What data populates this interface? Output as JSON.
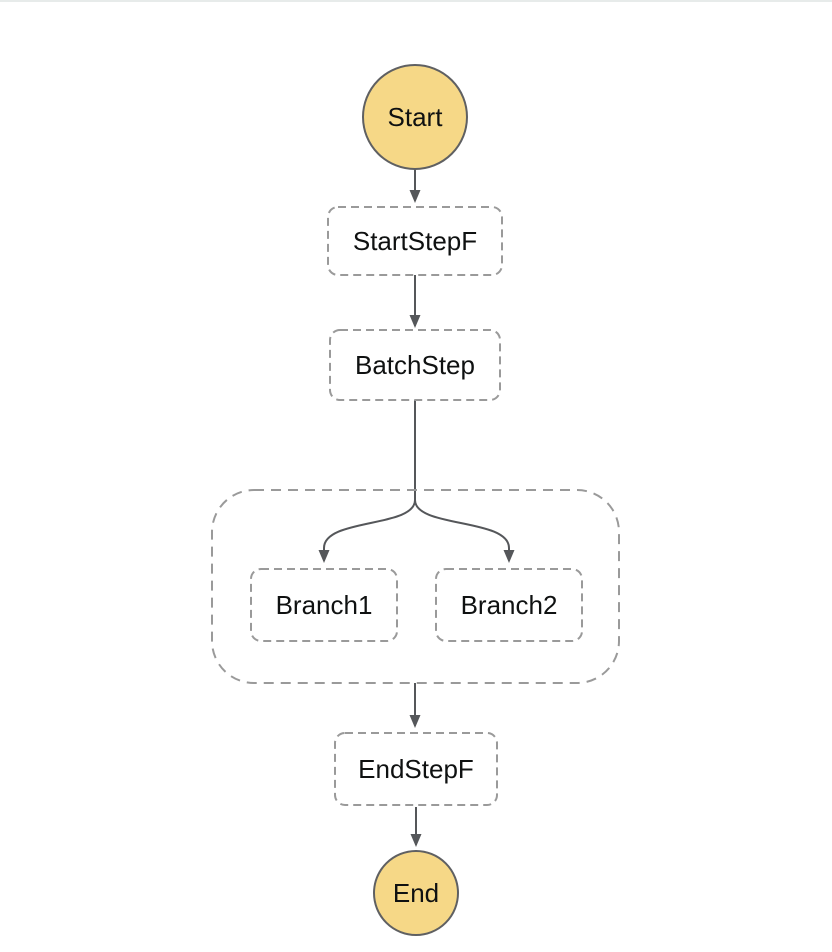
{
  "diagram": {
    "type": "workflow-flowchart",
    "nodes": {
      "start": {
        "label": "Start",
        "shape": "circle"
      },
      "start_step": {
        "label": "StartStepF",
        "shape": "dashed-box"
      },
      "batch_step": {
        "label": "BatchStep",
        "shape": "dashed-box"
      },
      "parallel_group": {
        "label": "",
        "shape": "dashed-container",
        "contains": [
          "Branch1",
          "Branch2"
        ]
      },
      "branch1": {
        "label": "Branch1",
        "shape": "dashed-box"
      },
      "branch2": {
        "label": "Branch2",
        "shape": "dashed-box"
      },
      "end_step": {
        "label": "EndStepF",
        "shape": "dashed-box"
      },
      "end": {
        "label": "End",
        "shape": "circle"
      }
    },
    "edges": [
      {
        "from": "Start",
        "to": "StartStepF"
      },
      {
        "from": "StartStepF",
        "to": "BatchStep"
      },
      {
        "from": "BatchStep",
        "to": "Branch1"
      },
      {
        "from": "BatchStep",
        "to": "Branch2"
      },
      {
        "from": "parallel_group",
        "to": "EndStepF"
      },
      {
        "from": "EndStepF",
        "to": "End"
      }
    ],
    "colors": {
      "terminal_fill": "#f6d887",
      "terminal_border": "#5f6062",
      "step_border": "#9a9a9a",
      "edge": "#55575a",
      "label_text": "#0f1111",
      "top_divider": "#e7ebea",
      "background": "#ffffff"
    }
  }
}
